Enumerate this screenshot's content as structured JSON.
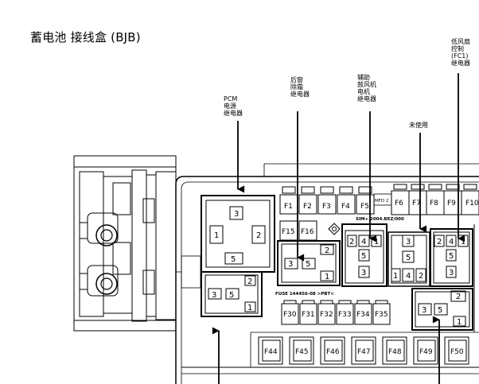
{
  "title": "蓄电池 接线盒 (BJB)",
  "callouts": {
    "pcm": [
      "PCM",
      "电源",
      "继电器"
    ],
    "rear_defrost": [
      "后窗",
      "除霜",
      "继电器"
    ],
    "aux_blower": [
      "辅助",
      "鼓风机",
      "电机",
      "继电器"
    ],
    "unused": [
      "未使用"
    ],
    "low_fan": [
      "低风扇",
      "控制",
      "(FC1)",
      "继电器"
    ]
  },
  "fuses_row1": [
    "F1",
    "F2",
    "F3",
    "F4",
    "F5",
    "F6",
    "F7",
    "F8",
    "F9",
    "F10"
  ],
  "fuses_row2": [
    "F15",
    "F16"
  ],
  "fuses_row3": [
    "F30",
    "F31",
    "F32",
    "F33",
    "F34",
    "F35"
  ],
  "fuses_row4": [
    "F44",
    "F45",
    "F46",
    "F47",
    "F48",
    "F49",
    "F50"
  ],
  "relay_pins": {
    "pcm": [
      "3",
      "1",
      "2",
      "5"
    ],
    "left_lower": [
      "2",
      "3",
      "5",
      "1"
    ],
    "rear_defrost": [
      "2",
      "3",
      "5",
      "1"
    ],
    "aux_blower": [
      "2",
      "4",
      "1",
      "5",
      "3"
    ],
    "unused": [
      "3",
      "5",
      "1",
      "4",
      "2"
    ],
    "low_fan": [
      "2",
      "4",
      "1",
      "5",
      "3"
    ],
    "bottom_right": [
      "2",
      "3",
      "5",
      "1"
    ]
  },
  "small_text": {
    "top_label": "SIM+ 2004.BEZ/000",
    "mid_label": "FUSE 144456-08  >PBT<",
    "mfd": "MFD 2"
  }
}
